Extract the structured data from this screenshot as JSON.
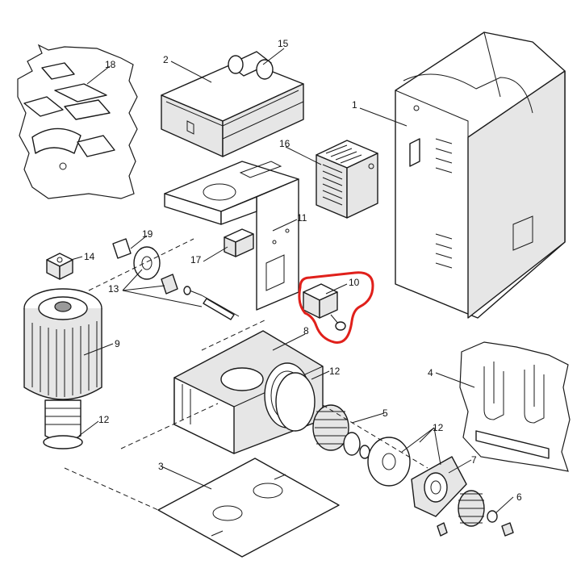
{
  "diagram": {
    "callouts": [
      {
        "id": "c1",
        "label": "1"
      },
      {
        "id": "c2",
        "label": "2"
      },
      {
        "id": "c3",
        "label": "3"
      },
      {
        "id": "c4",
        "label": "4"
      },
      {
        "id": "c5",
        "label": "5"
      },
      {
        "id": "c6",
        "label": "6"
      },
      {
        "id": "c7",
        "label": "7"
      },
      {
        "id": "c8",
        "label": "8"
      },
      {
        "id": "c9",
        "label": "9"
      },
      {
        "id": "c10",
        "label": "10"
      },
      {
        "id": "c11",
        "label": "11"
      },
      {
        "id": "c12a",
        "label": "12"
      },
      {
        "id": "c12b",
        "label": "12"
      },
      {
        "id": "c12c",
        "label": "12"
      },
      {
        "id": "c13",
        "label": "13"
      },
      {
        "id": "c14",
        "label": "14"
      },
      {
        "id": "c15",
        "label": "15"
      },
      {
        "id": "c16",
        "label": "16"
      },
      {
        "id": "c17",
        "label": "17"
      },
      {
        "id": "c18",
        "label": "18"
      },
      {
        "id": "c19",
        "label": "19"
      }
    ],
    "highlight_color": "#e0201b",
    "line_color": "#1a1a1a",
    "highlighted_part": "10"
  }
}
